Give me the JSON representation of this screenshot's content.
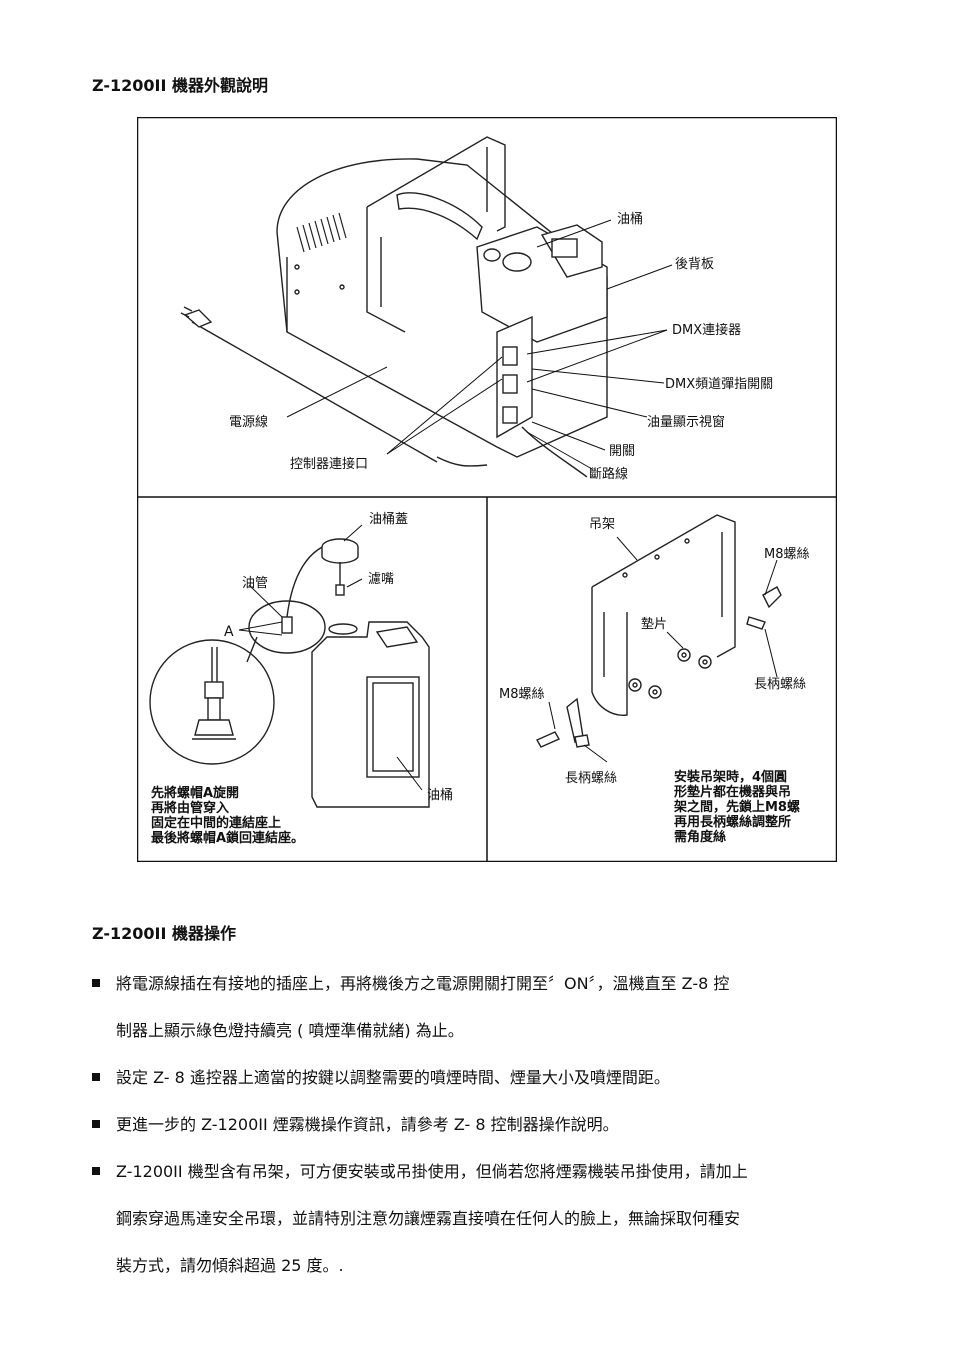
{
  "section1": {
    "title": "Z-1200II 機器外觀說明"
  },
  "figure": {
    "top_labels": {
      "tank": "油桶",
      "back_panel": "後背板",
      "dmx_connector": "DMX連接器",
      "dmx_dip": "DMX頻道彈指開關",
      "power_cord": "電源線",
      "oil_window": "油量顯示視窗",
      "controller_port": "控制器連接口",
      "switch": "開關",
      "breaker": "斷路線"
    },
    "left_labels": {
      "tank_cap": "油桶蓋",
      "oil_pipe": "油管",
      "filter": "濾嘴",
      "a_mark": "A",
      "tank": "油桶",
      "instructions": [
        "先將螺帽A旋開",
        "再將由管穿入",
        "固定在中間的連結座上",
        "最後將螺帽A鎖回連結座。"
      ]
    },
    "right_labels": {
      "bracket": "吊架",
      "m8_screw_top": "M8螺絲",
      "washer": "墊片",
      "handle_screw_top": "長柄螺絲",
      "m8_screw_left": "M8螺絲",
      "handle_screw_bottom": "長柄螺絲",
      "note": [
        "安裝吊架時，4個圓",
        "形墊片都在機器與吊",
        "架之間，先鎖上M8螺",
        "再用長柄螺絲調整所",
        "需角度絲"
      ]
    }
  },
  "section2": {
    "title": "Z-1200II 機器操作",
    "bullets": [
      [
        "將電源線插在有接地的插座上，再將機後方之電源開關打開至〞ON〞，溫機直至 Z-8 控",
        "制器上顯示綠色燈持續亮 ( 噴煙準備就緒) 為止。"
      ],
      [
        "設定 Z- 8 遙控器上適當的按鍵以調整需要的噴煙時間、煙量大小及噴煙間距。"
      ],
      [
        "更進一步的 Z-1200II 煙霧機操作資訊，請參考 Z- 8 控制器操作說明。"
      ],
      [
        "Z-1200II 機型含有吊架，可方便安裝或吊掛使用，但倘若您將煙霧機裝吊掛使用，請加上",
        "鋼索穿過馬達安全吊環，並請特別注意勿讓煙霧直接噴在任何人的臉上，無論採取何種安",
        "裝方式，請勿傾斜超過 25 度。."
      ]
    ]
  }
}
